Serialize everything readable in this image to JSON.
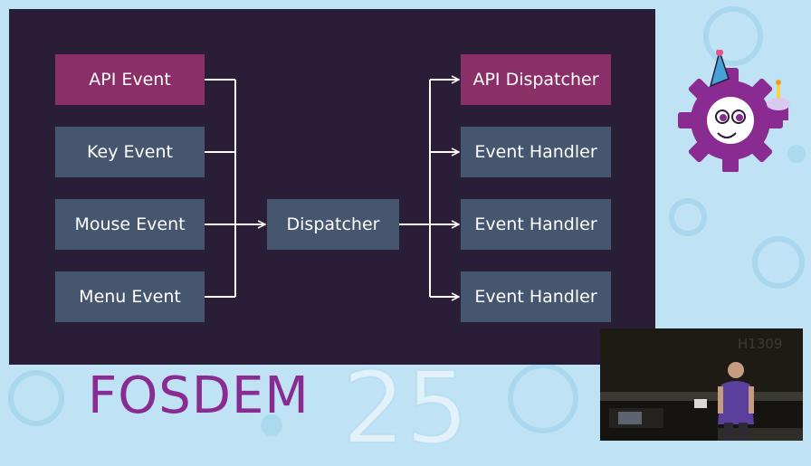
{
  "diagram": {
    "inputs": [
      {
        "label": "API Event",
        "color": "#8a2f68"
      },
      {
        "label": "Key Event",
        "color": "#46566f"
      },
      {
        "label": "Mouse Event",
        "color": "#46566f"
      },
      {
        "label": "Menu Event",
        "color": "#46566f"
      }
    ],
    "hub": {
      "label": "Dispatcher",
      "color": "#46566f"
    },
    "outputs": [
      {
        "label": "API Dispatcher",
        "color": "#8a2f68"
      },
      {
        "label": "Event Handler",
        "color": "#46566f"
      },
      {
        "label": "Event Handler",
        "color": "#46566f"
      },
      {
        "label": "Event Handler",
        "color": "#46566f"
      }
    ]
  },
  "branding": {
    "name": "FOSDEM",
    "year": "25",
    "color": "#8a2b91"
  },
  "camera": {
    "room_label": "H1309"
  },
  "theme": {
    "background": "#bfe3f4",
    "slide_background": "#2a1d38",
    "wire_color": "#ffffff"
  }
}
